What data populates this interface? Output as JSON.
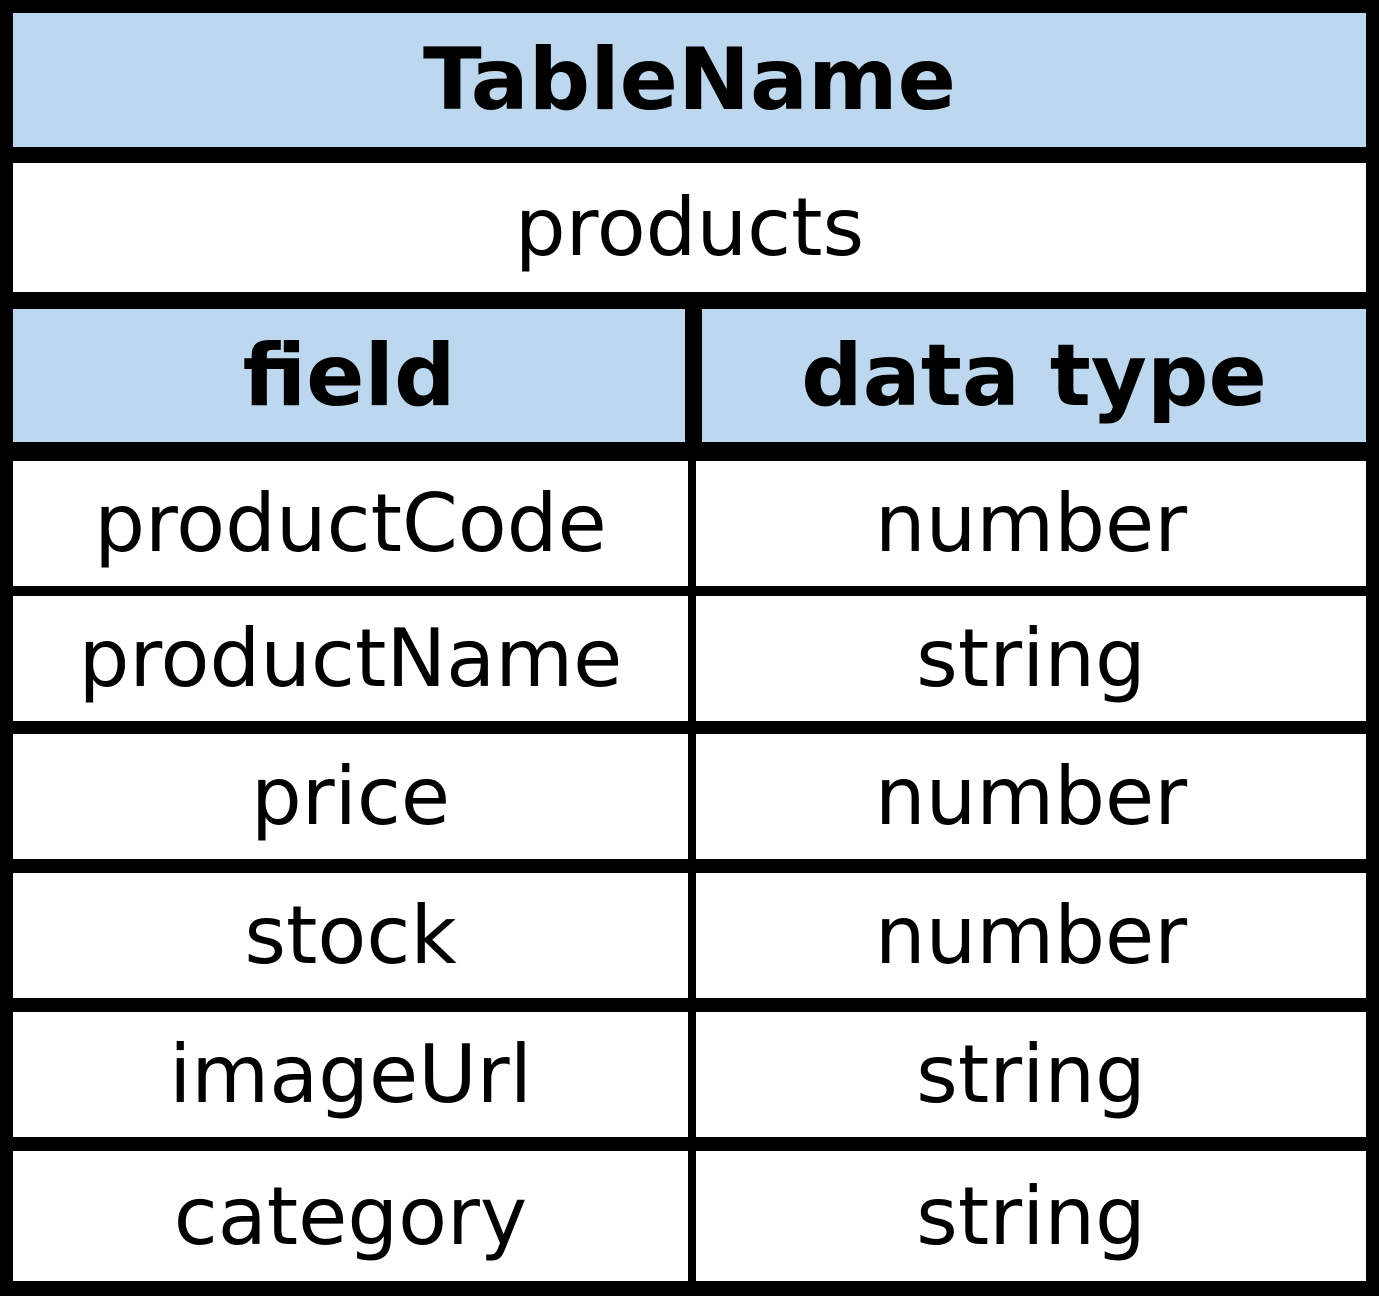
{
  "table": {
    "title": "TableName",
    "name": "products",
    "columns": [
      "field",
      "data type"
    ],
    "rows": [
      {
        "field": "productCode",
        "type": "number"
      },
      {
        "field": "productName",
        "type": "string"
      },
      {
        "field": "price",
        "type": "number"
      },
      {
        "field": "stock",
        "type": "number"
      },
      {
        "field": "imageUrl",
        "type": "string"
      },
      {
        "field": "category",
        "type": "string"
      }
    ]
  },
  "colors": {
    "header_fill": "#BDD7EE",
    "cell_fill": "#FFFFFF",
    "border": "#000000",
    "text": "#000000"
  }
}
